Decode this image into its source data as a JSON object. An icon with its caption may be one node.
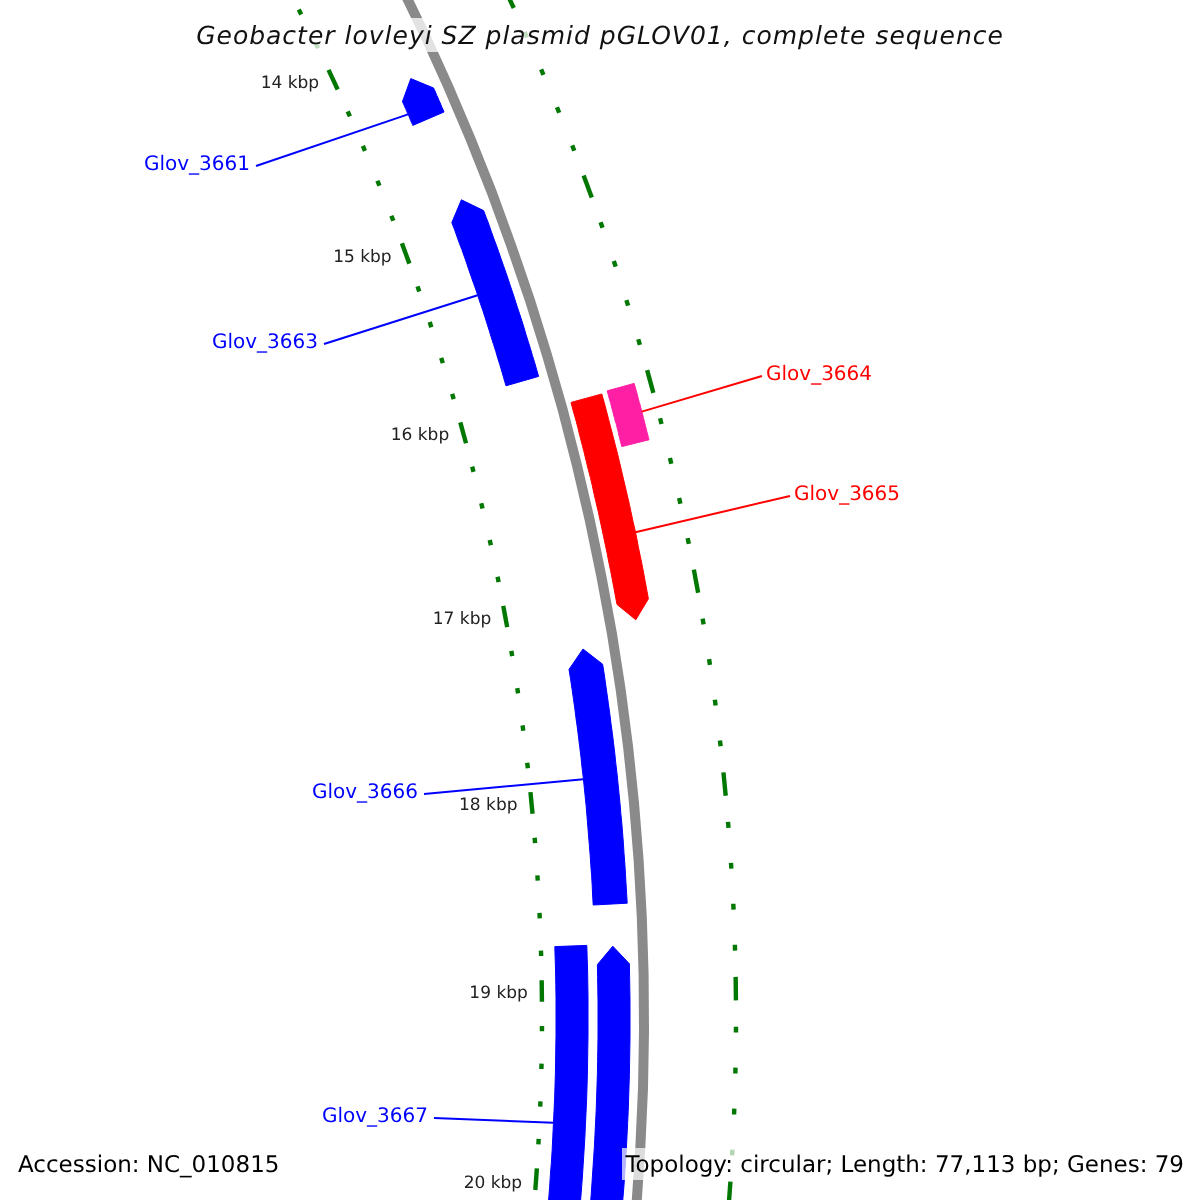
{
  "diagram": {
    "title": "Geobacter lovleyi SZ plasmid pGLOV01, complete sequence",
    "nodes": [
      {
        "text": [
          "Glov_3661"
        ]
      },
      {
        "text": [],
        "shape": "arrow"
      },
      {
        "text": [
          "Glov_3663"
        ]
      },
      {
        "text": [],
        "shape": "arrow"
      },
      {
        "text": [
          "Glov_3664"
        ]
      },
      {
        "text": [],
        "shape": "bar"
      },
      {
        "text": [
          "Glov_3665"
        ]
      },
      {
        "text": [],
        "shape": "arrow"
      },
      {
        "text": [
          "Glov_3666"
        ]
      },
      {
        "text": [],
        "shape": "arrow"
      },
      {
        "text": [
          "Glov_3667"
        ]
      },
      {
        "text": [],
        "shape": "bar"
      },
      {
        "text": [],
        "shape": "arrow"
      }
    ],
    "edges": [
      {
        "from": 0,
        "to": 1,
        "arrow": "none"
      },
      {
        "from": 2,
        "to": 3,
        "arrow": "none"
      },
      {
        "from": 4,
        "to": 5,
        "arrow": "none",
        "color": "#ff0000"
      },
      {
        "from": 6,
        "to": 7,
        "arrow": "none",
        "color": "#ff0000"
      },
      {
        "from": 8,
        "to": 9,
        "arrow": "none"
      },
      {
        "from": 10,
        "to": 11,
        "arrow": "none"
      }
    ],
    "labels": [
      "14 kbp",
      "15 kbp",
      "16 kbp",
      "17 kbp",
      "18 kbp",
      "19 kbp",
      "20 kbp",
      "Accession: NC_010815",
      "Topology: circular; Length: 77,113 bp; Genes: 79"
    ]
  }
}
